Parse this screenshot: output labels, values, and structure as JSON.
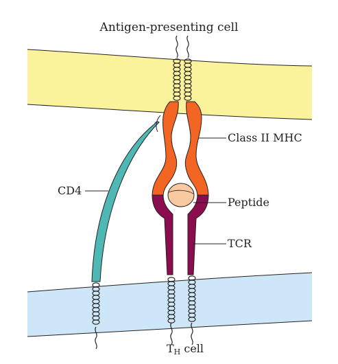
{
  "labels": {
    "top_cell": "Antigen-presenting cell",
    "class_ii_mhc": "Class II MHC",
    "peptide": "Peptide",
    "tcr": "TCR",
    "cd4": "CD4",
    "th_prefix": "T",
    "th_sub": "H",
    "th_suffix": " cell"
  },
  "colors": {
    "apc_membrane": "#fbf39b",
    "th_membrane": "#cde7f8",
    "mhc": "#f26522",
    "tcr": "#8b0d4f",
    "cd4": "#4fb7b4",
    "peptide": "#f9c9a0",
    "stroke": "#231f20"
  }
}
